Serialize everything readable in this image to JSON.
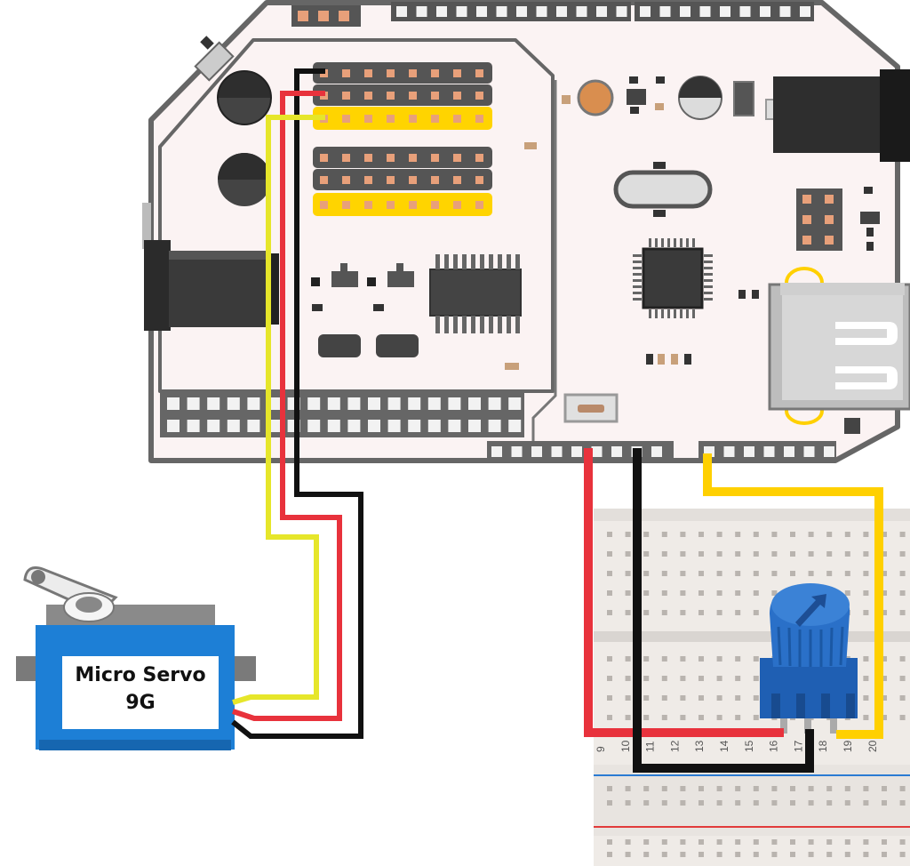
{
  "servo": {
    "label_line1": "Micro Servo",
    "label_line2": "9G"
  },
  "breadboard": {
    "column_numbers_bottom": [
      "9",
      "10",
      "11",
      "12",
      "13",
      "14",
      "15",
      "16",
      "17",
      "18",
      "19",
      "20"
    ]
  },
  "wire_colors": {
    "ground": "#111111",
    "power": "#e8323c",
    "signal_servo": "#e6e62a",
    "signal_pot": "#ffd000"
  },
  "colors": {
    "board": "#fbf3f3",
    "board_outline": "#666666",
    "header_yellow": "#ffd400",
    "servo_blue": "#1d7fd6",
    "pot_blue": "#1f5fb3"
  }
}
